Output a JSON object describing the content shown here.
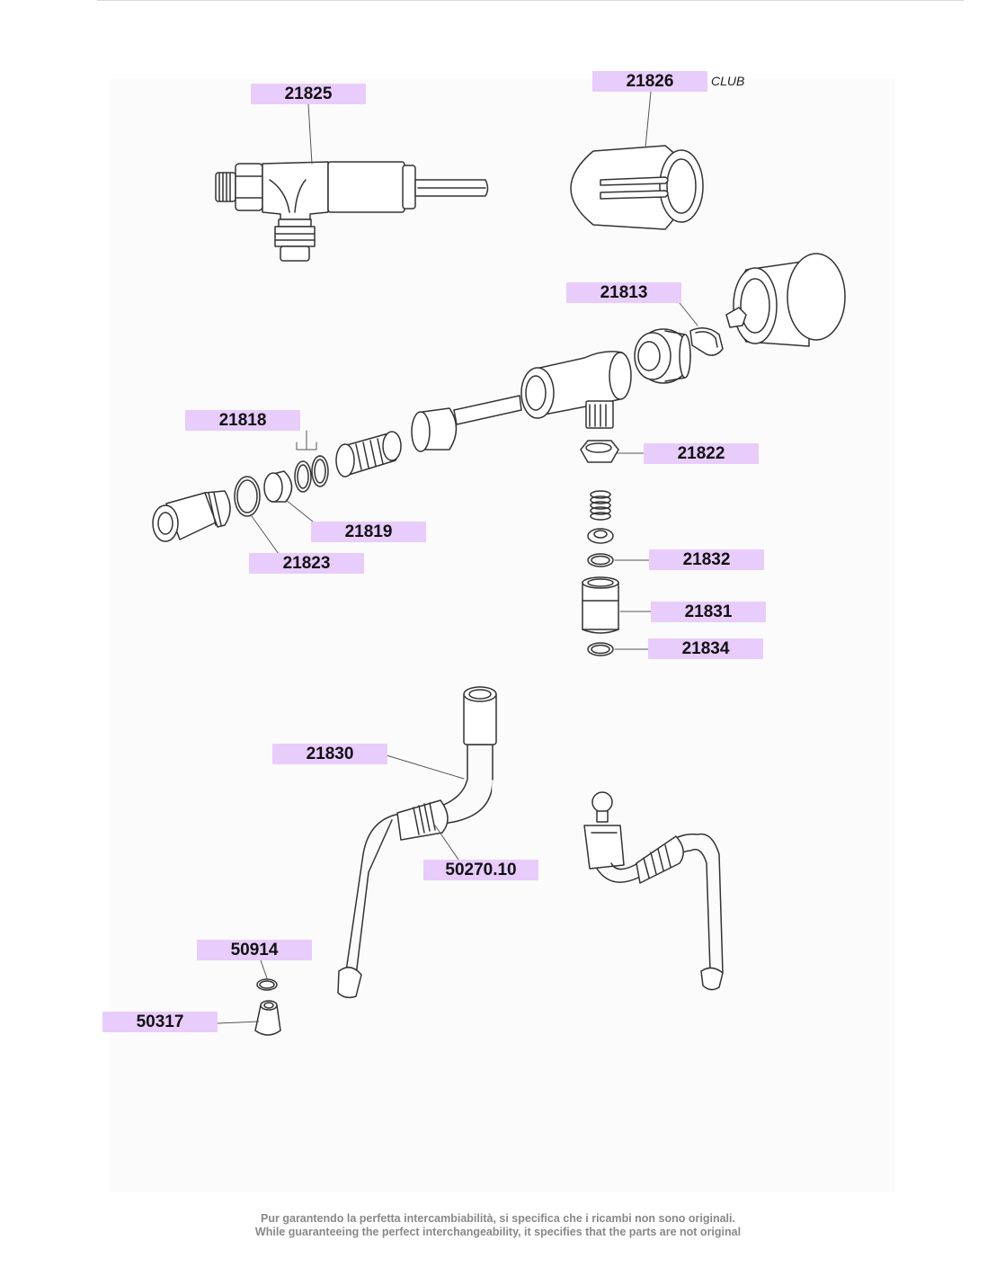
{
  "labels": {
    "p21825": "21825",
    "p21826": "21826",
    "p21813": "21813",
    "p21818": "21818",
    "p21822": "21822",
    "p21819": "21819",
    "p21823": "21823",
    "p21832": "21832",
    "p21831": "21831",
    "p21834": "21834",
    "p21830": "21830",
    "p50270_10": "50270.10",
    "p50914": "50914",
    "p50317": "50317"
  },
  "notes": {
    "club": "CLUB"
  },
  "footer": {
    "line_it": "Pur garantendo la perfetta intercambiabilità, si specifica che i ricambi non sono originali.",
    "line_en": "While guaranteeing the perfect interchangeability, it specifies that the parts are not original"
  },
  "colors": {
    "label_fill": "#e8ccfb",
    "line": "#333333",
    "footer_text": "#888888"
  }
}
